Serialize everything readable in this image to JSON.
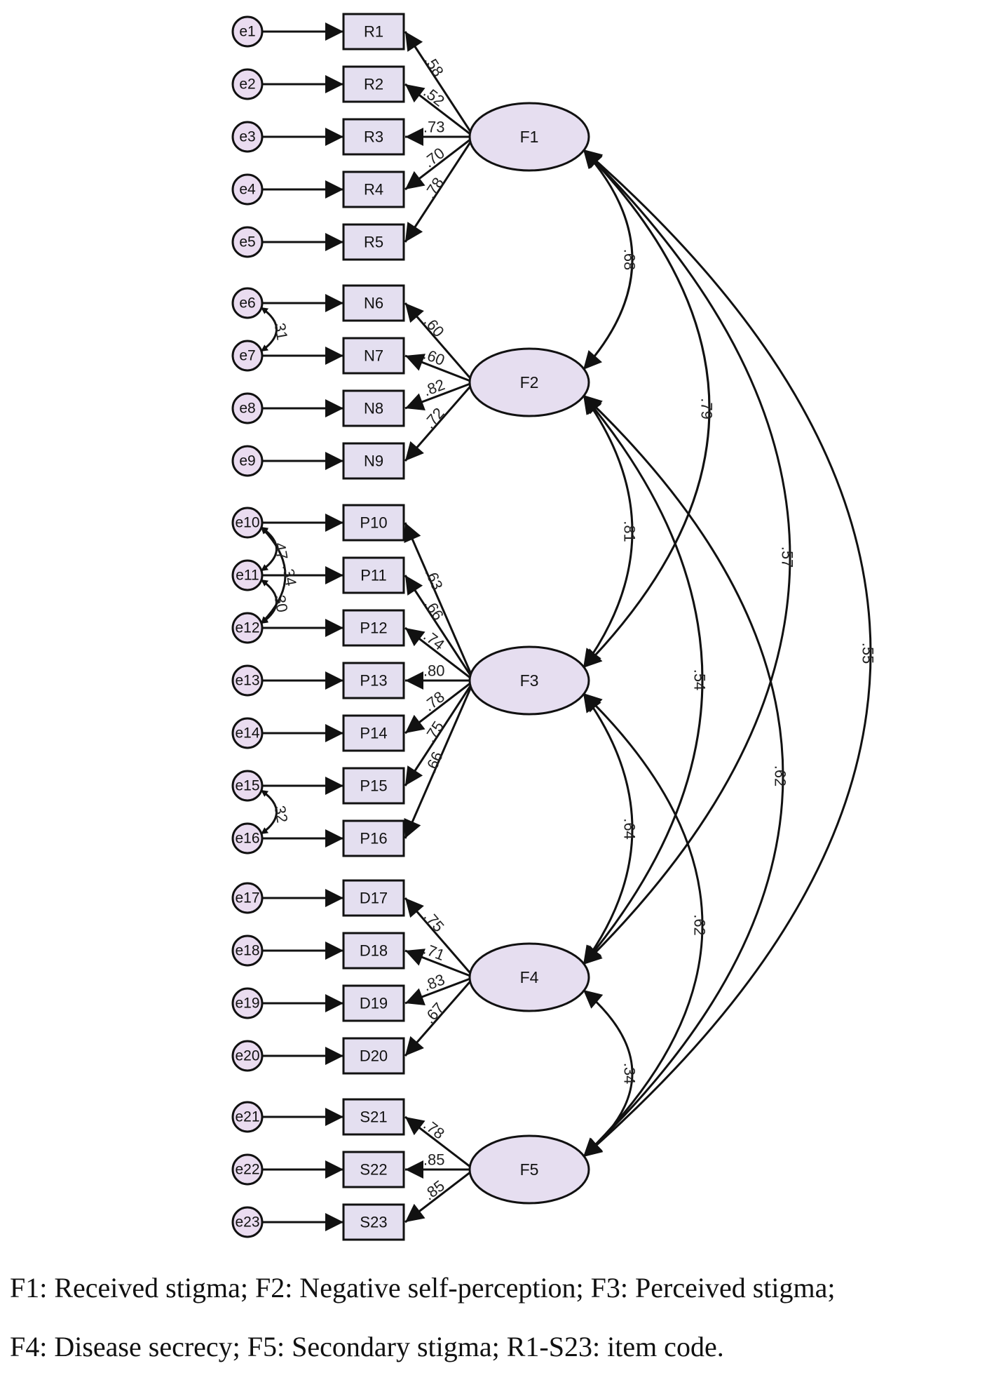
{
  "diagram": {
    "errors": [
      "e1",
      "e2",
      "e3",
      "e4",
      "e5",
      "e6",
      "e7",
      "e8",
      "e9",
      "e10",
      "e11",
      "e12",
      "e13",
      "e14",
      "e15",
      "e16",
      "e17",
      "e18",
      "e19",
      "e20",
      "e21",
      "e22",
      "e23"
    ],
    "items": [
      "R1",
      "R2",
      "R3",
      "R4",
      "R5",
      "N6",
      "N7",
      "N8",
      "N9",
      "P10",
      "P11",
      "P12",
      "P13",
      "P14",
      "P15",
      "P16",
      "D17",
      "D18",
      "D19",
      "D20",
      "S21",
      "S22",
      "S23"
    ],
    "factors": [
      {
        "name": "F1",
        "items": [
          "R1",
          "R2",
          "R3",
          "R4",
          "R5"
        ],
        "loadings": [
          ".58",
          ".52",
          ".73",
          ".70",
          ".78"
        ]
      },
      {
        "name": "F2",
        "items": [
          "N6",
          "N7",
          "N8",
          "N9"
        ],
        "loadings": [
          ".60",
          ".60",
          ".82",
          ".72"
        ]
      },
      {
        "name": "F3",
        "items": [
          "P10",
          "P11",
          "P12",
          "P13",
          "P14",
          "P15",
          "P16"
        ],
        "loadings": [
          ".63",
          ".66",
          ".74",
          ".80",
          ".78",
          ".75",
          ".66"
        ]
      },
      {
        "name": "F4",
        "items": [
          "D17",
          "D18",
          "D19",
          "D20"
        ],
        "loadings": [
          ".75",
          ".71",
          ".83",
          ".67"
        ]
      },
      {
        "name": "F5",
        "items": [
          "S21",
          "S22",
          "S23"
        ],
        "loadings": [
          ".78",
          ".85",
          ".85"
        ]
      }
    ],
    "factor_correlations": [
      {
        "from": "F1",
        "to": "F2",
        "value": ".68"
      },
      {
        "from": "F1",
        "to": "F3",
        "value": ".79"
      },
      {
        "from": "F1",
        "to": "F4",
        "value": ".57"
      },
      {
        "from": "F1",
        "to": "F5",
        "value": ".55"
      },
      {
        "from": "F2",
        "to": "F3",
        "value": ".81"
      },
      {
        "from": "F2",
        "to": "F4",
        "value": ".54"
      },
      {
        "from": "F2",
        "to": "F5",
        "value": ".62"
      },
      {
        "from": "F3",
        "to": "F4",
        "value": ".64"
      },
      {
        "from": "F3",
        "to": "F5",
        "value": ".62"
      },
      {
        "from": "F4",
        "to": "F5",
        "value": ".34"
      }
    ],
    "error_covariances": [
      {
        "from": "e6",
        "to": "e7",
        "value": ".31"
      },
      {
        "from": "e10",
        "to": "e11",
        "value": ".47"
      },
      {
        "from": "e10",
        "to": "e12",
        "value": ".34"
      },
      {
        "from": "e11",
        "to": "e12",
        "value": ".30"
      },
      {
        "from": "e15",
        "to": "e16",
        "value": ".32"
      }
    ]
  },
  "caption": {
    "line1": "F1: Received stigma; F2: Negative self-perception; F3: Perceived stigma;",
    "line2": "F4: Disease secrecy; F5: Secondary stigma; R1-S23: item code."
  }
}
